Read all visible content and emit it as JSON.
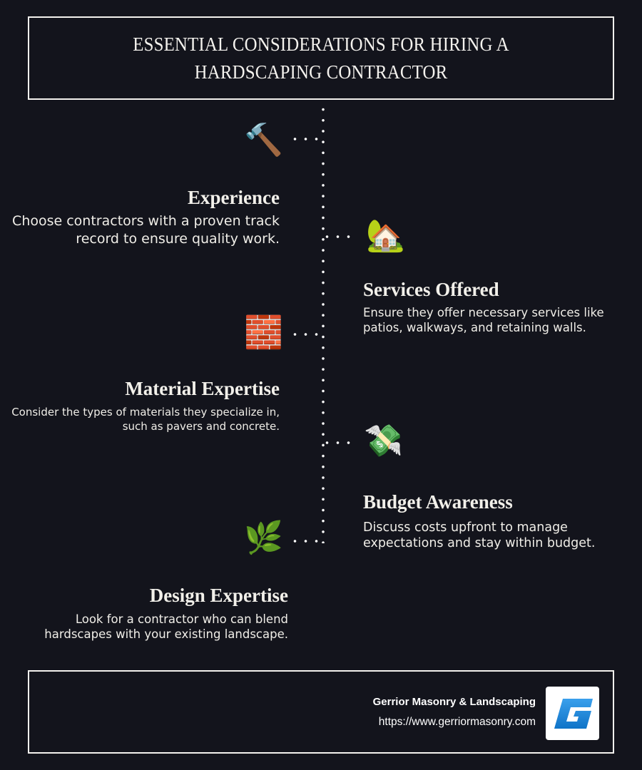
{
  "header": {
    "title": "ESSENTIAL CONSIDERATIONS FOR HIRING A HARDSCAPING CONTRACTOR"
  },
  "colors": {
    "background": "#13141c",
    "text": "#f2f0ea",
    "border": "#f4f2ee",
    "dots": "#ffffff",
    "logo_blue": "#1a86d6"
  },
  "items": [
    {
      "icon": "hammer-icon",
      "glyph": "🔨",
      "title": "Experience",
      "description": "Choose contractors with a proven track record to ensure quality work.",
      "side": "left"
    },
    {
      "icon": "house-with-garden-icon",
      "glyph": "🏡",
      "title": "Services Offered",
      "description": "Ensure they offer necessary services like patios, walkways, and retaining walls.",
      "side": "right"
    },
    {
      "icon": "bricks-icon",
      "glyph": "🧱",
      "title": "Material Expertise",
      "description": "Consider the types of materials they specialize in, such as pavers and concrete.",
      "side": "left"
    },
    {
      "icon": "money-with-wings-icon",
      "glyph": "💸",
      "title": "Budget Awareness",
      "description": "Discuss costs upfront to manage expectations and stay within budget.",
      "side": "right"
    },
    {
      "icon": "herb-icon",
      "glyph": "🌿",
      "title": "Design Expertise",
      "description": "Look for a contractor who can blend hardscapes with your existing landscape.",
      "side": "left"
    }
  ],
  "footer": {
    "company": "Gerrior Masonry & Landscaping",
    "url": "https://www.gerriormasonry.com",
    "logo_letter": "G"
  }
}
